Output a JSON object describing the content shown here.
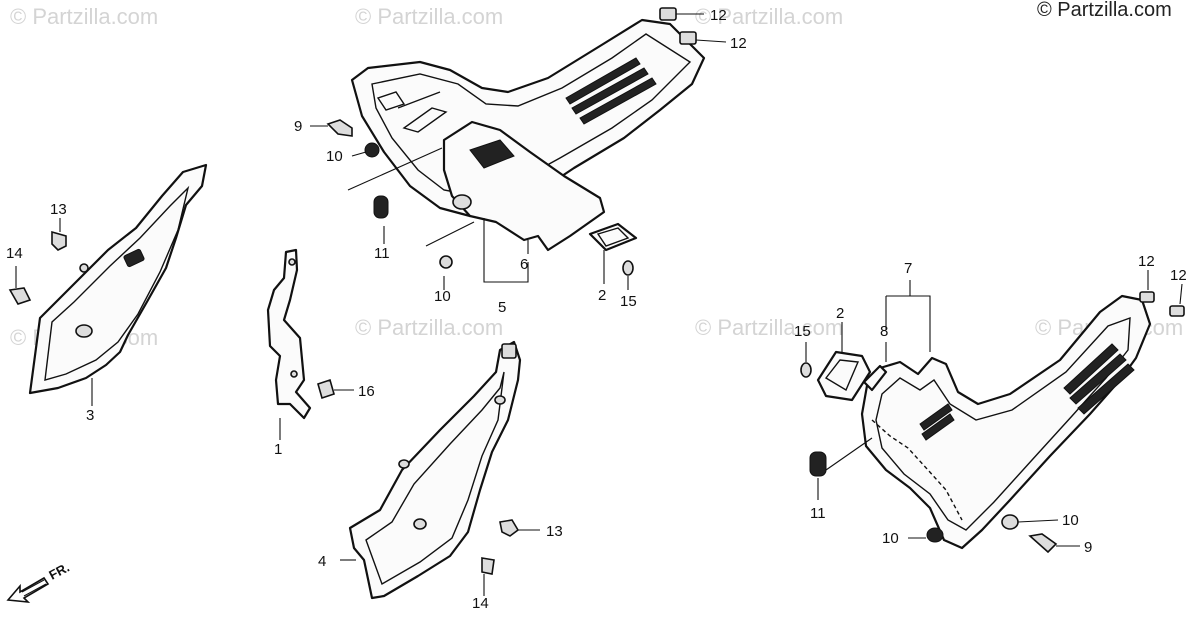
{
  "copyright": "© Partzilla.com",
  "watermark": "© Partzilla.com",
  "front_indicator": "FR.",
  "callouts": [
    "1",
    "2",
    "3",
    "4",
    "5",
    "6",
    "7",
    "8",
    "9",
    "10",
    "11",
    "12",
    "13",
    "14",
    "15",
    "16"
  ]
}
